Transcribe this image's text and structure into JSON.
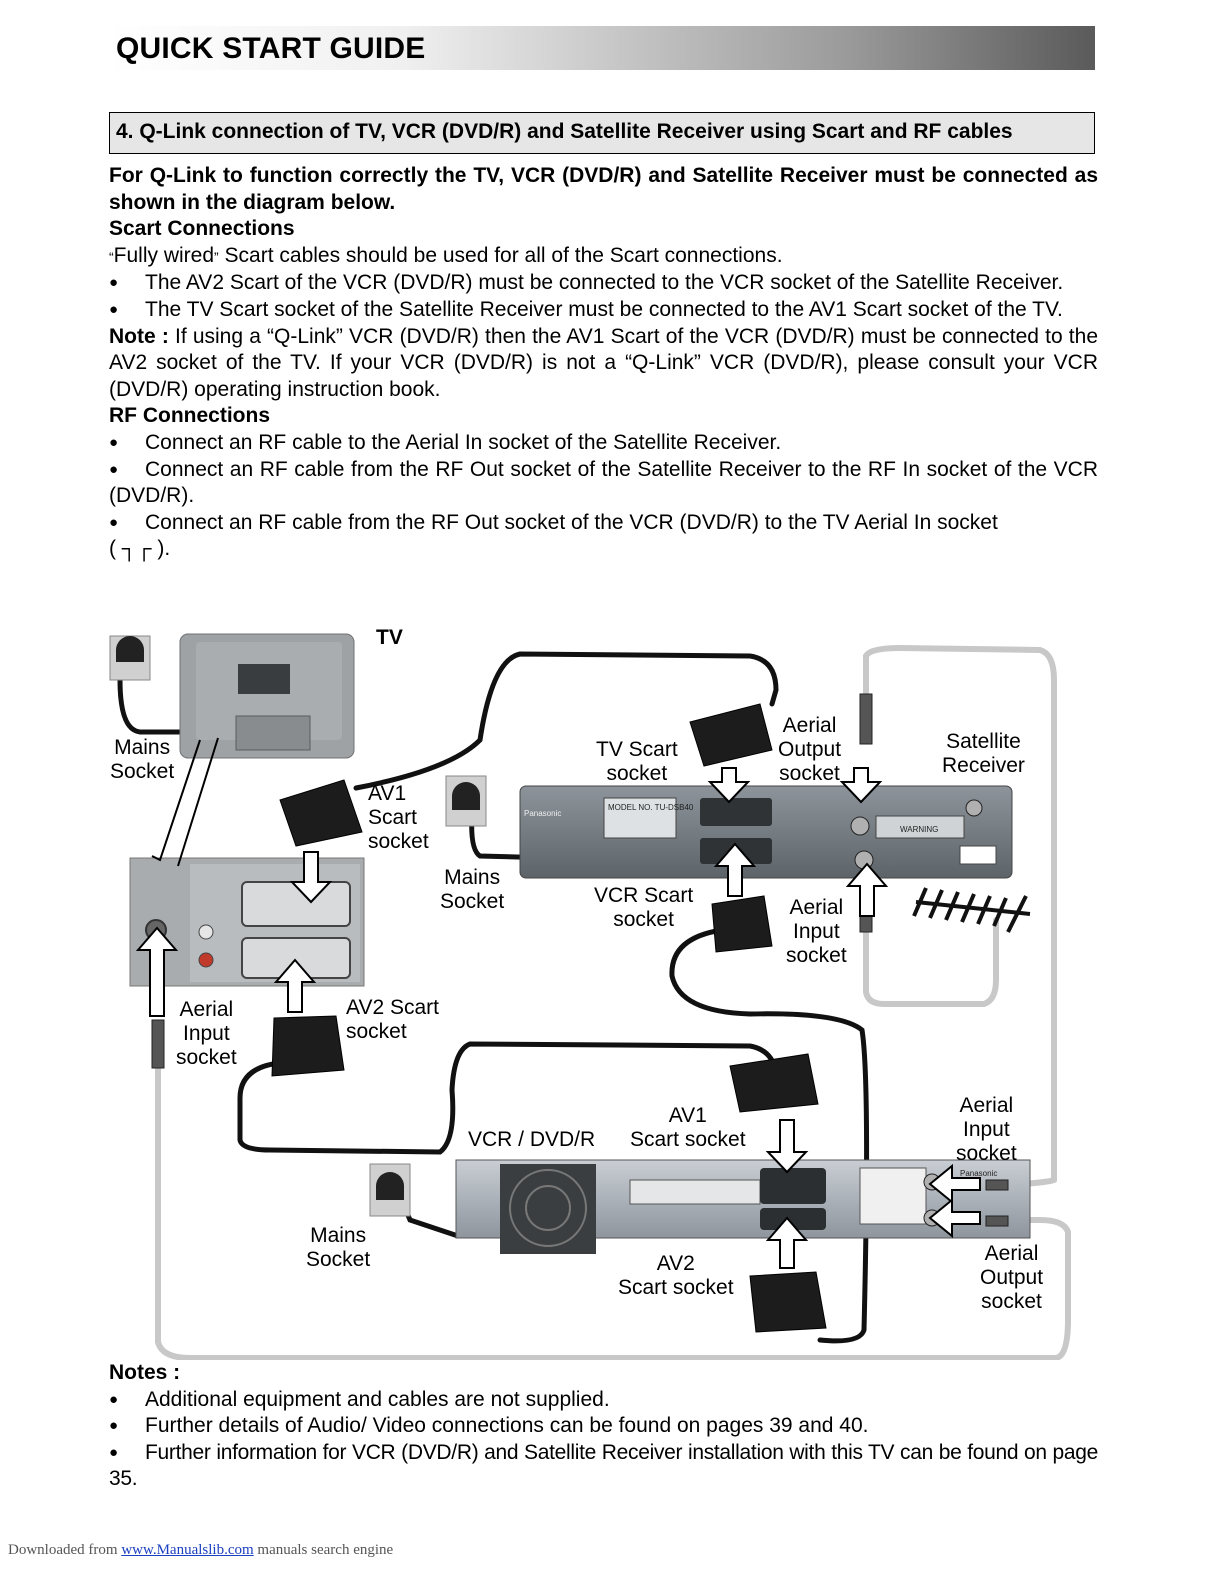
{
  "header": {
    "title": "QUICK START GUIDE"
  },
  "section": {
    "title": "4. Q-Link connection of TV, VCR (DVD/R) and Satellite Receiver using Scart and RF cables"
  },
  "intro": {
    "lead": "For Q-Link to function correctly the TV, VCR (DVD/R) and Satellite Receiver must be connected as shown in the diagram below.",
    "scart_heading": "Scart Connections",
    "scart_text_q1": "“",
    "scart_text_mid": "Fully wired",
    "scart_text_q2": "”",
    "scart_text_rest": " Scart cables should be used for all of the Scart connections.",
    "scart_bullets": [
      "The AV2 Scart of the VCR (DVD/R) must be connected to the VCR socket of the Satellite Receiver.",
      "The TV Scart socket of the Satellite Receiver must be connected to the AV1 Scart socket of the TV."
    ],
    "note_label": "Note :",
    "note_text": " If using a “Q-Link” VCR (DVD/R) then the AV1 Scart of the VCR (DVD/R) must be connected to the AV2 socket of the TV. If your VCR (DVD/R) is not a “Q-Link” VCR (DVD/R), please consult your VCR (DVD/R) operating instruction book.",
    "rf_heading": "RF Connections",
    "rf_bullets": [
      "Connect an RF cable to the Aerial In socket of the Satellite Receiver.",
      "Connect an RF cable from the RF Out socket of the Satellite Receiver to the RF In socket of the VCR (DVD/R).",
      "Connect an RF cable from the RF Out socket of the VCR (DVD/R) to the TV Aerial In socket"
    ],
    "rf_symbol_line": "(  ┐┌  )."
  },
  "diagram": {
    "tv_label": "TV",
    "tv_mains": [
      "Mains",
      "Socket"
    ],
    "av1_scart": [
      "AV1",
      "Scart",
      "socket"
    ],
    "tv_aerial_input": [
      "Aerial",
      "Input",
      "socket"
    ],
    "av2_scart": [
      "AV2 Scart",
      "socket"
    ],
    "sat_mains": [
      "Mains",
      "Socket"
    ],
    "sat_tv_scart": [
      "TV Scart",
      "socket"
    ],
    "sat_aerial_output": [
      "Aerial",
      "Output",
      "socket"
    ],
    "satellite_receiver": [
      "Satellite",
      "Receiver"
    ],
    "sat_vcr_scart": [
      "VCR Scart",
      "socket"
    ],
    "sat_aerial_input": [
      "Aerial",
      "Input",
      "socket"
    ],
    "vcr_label": "VCR / DVD/R",
    "vcr_av1": [
      "AV1",
      "Scart socket"
    ],
    "vcr_mains": [
      "Mains",
      "Socket"
    ],
    "vcr_av2": [
      "AV2",
      "Scart socket"
    ],
    "vcr_aerial_input": [
      "Aerial",
      "Input",
      "socket"
    ],
    "vcr_aerial_output": [
      "Aerial",
      "Output",
      "socket"
    ],
    "sat_model": "MODEL NO. TU-DSB40",
    "brand": "Panasonic",
    "warning": "WARNING"
  },
  "notes": {
    "heading": "Notes :",
    "items": [
      "Additional equipment and cables are not supplied.",
      "Further details of Audio/ Video connections can be found on pages 39 and 40.",
      "Further information for VCR (DVD/R) and Satellite Receiver installation with this TV can be found on page 35."
    ]
  },
  "footer": {
    "prefix": "Downloaded from ",
    "link": "www.Manualslib.com",
    "suffix": "  manuals search engine"
  }
}
